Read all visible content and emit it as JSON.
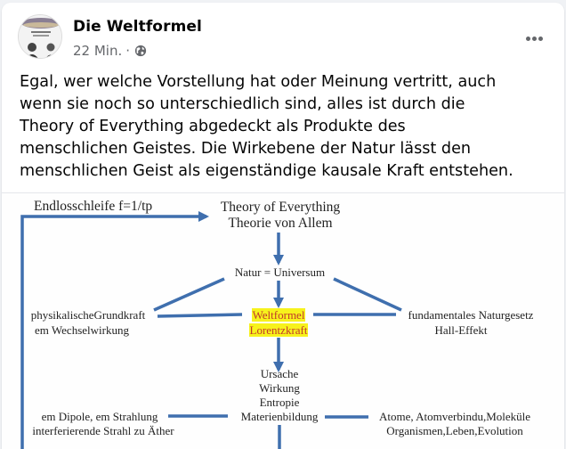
{
  "post": {
    "author": "Die Weltformel",
    "timestamp": "22 Min.",
    "separator": "·",
    "privacy_icon": "globe-icon",
    "more_icon": "more-options-icon",
    "text": "Egal, wer welche Vorstellung hat oder Meinung vertritt, auch wenn sie noch so unterschiedlich sind, alles ist durch die Theory of Everything abgedeckt als Produkte des menschlichen Geistes. Die Wirkebene der Natur lässt den menschlichen Geist als eigenständige kausale Kraft entstehen.",
    "text_lines": [
      "Egal, wer welche Vorstellung hat oder Meinung vertritt, auch",
      "wenn sie noch so unterschiedlich sind, alles ist durch die",
      "Theory of Everything abgedeckt als Produkte des",
      "menschlichen Geistes. Die Wirkebene der Natur lässt den",
      "menschlichen Geist als eigenständige kausale Kraft entstehen."
    ]
  },
  "diagram": {
    "arrow_color": "#3f6fae",
    "highlight_bg": "#f7f21c",
    "highlight_fg": "#c0392b",
    "loop_label": "Endlosschleife  f=1/tp",
    "toe_line1": "Theory of Everything",
    "toe_line2": "Theorie von Allem",
    "nature": "Natur = Universum",
    "left1_line1": "physikalischeGrundkraft",
    "left1_line2": "em Wechselwirkung",
    "center_line1": "Weltformel",
    "center_line2": "Lorentzkraft",
    "right1_line1": "fundamentales Naturgesetz",
    "right1_line2": "Hall-Effekt",
    "chain_line1": "Ursache",
    "chain_line2": "Wirkung",
    "chain_line3": "Entropie",
    "chain_line4": "Materienbildung",
    "left2_line1": "em Dipole, em Strahlung",
    "left2_line2": "interferierende Strahl zu Äther",
    "right2_line1": "Atome, Atomverbindu,Moleküle",
    "right2_line2": "Organismen,Leben,Evolution"
  }
}
